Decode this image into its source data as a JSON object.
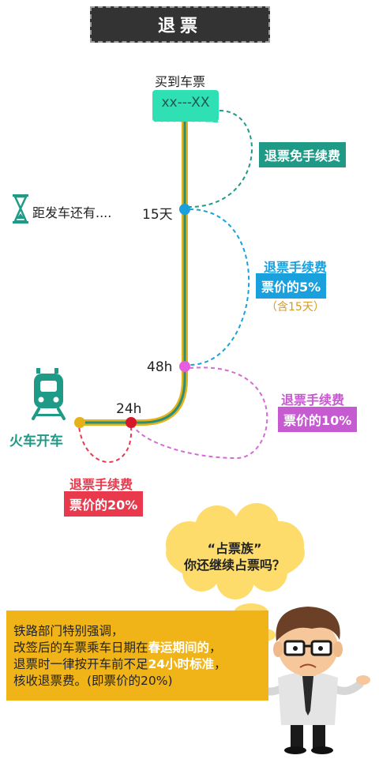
{
  "header": {
    "title": "退票"
  },
  "timeline": {
    "purchase_label": "买到车票",
    "ticket_text": "xx---XX",
    "countdown_label": "距发车还有....",
    "departure_label": "火车开车",
    "points": [
      {
        "label": "15天"
      },
      {
        "label": "48h"
      },
      {
        "label": "24h"
      }
    ]
  },
  "fees": {
    "free": {
      "label": "退票免手续费",
      "color": "#1e9a86"
    },
    "tier_5": {
      "title": "退票手续费",
      "rate": "票价的5%",
      "note": "（含15天）",
      "color": "#1aa0dc"
    },
    "tier_10": {
      "title": "退票手续费",
      "rate": "票价的10%",
      "color": "#c65ad0"
    },
    "tier_20": {
      "title": "退票手续费",
      "rate": "票价的20%",
      "color": "#e8394d"
    }
  },
  "bubble": {
    "line1": "“占票族”",
    "line2": "你还继续占票吗？"
  },
  "notice": {
    "line1": "铁路部门特别强调，",
    "line2_a": "改签后的车票乘车日期在",
    "line2_hl": "春运期间的",
    "line2_b": "，",
    "line3_a": "退票时一律按开车前不足",
    "line3_hl": "24小时标准",
    "line3_b": "，",
    "line4": "核收退票费。(即票价的20%)"
  },
  "colors": {
    "track_outer": "#e5b21a",
    "track_inner": "#2a8f7a",
    "ticket": "#2ee0b4",
    "title_bg": "#333333",
    "notice_bg": "#f0b418"
  }
}
